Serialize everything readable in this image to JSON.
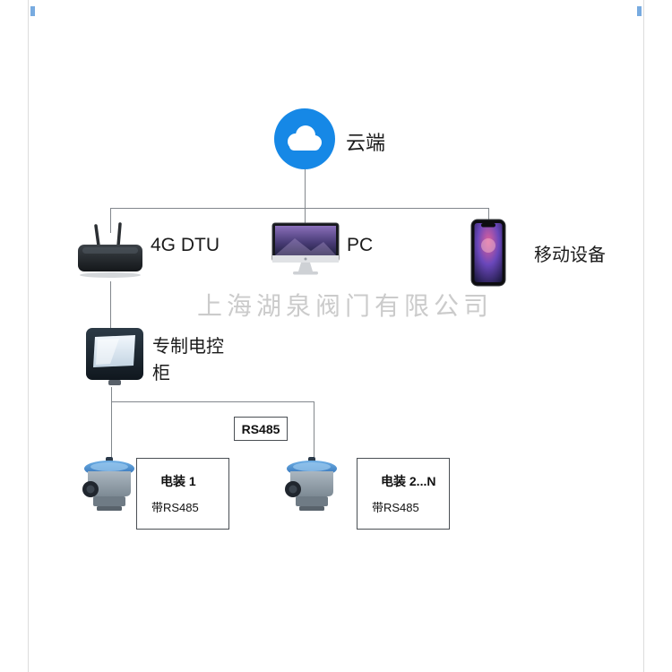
{
  "watermark": "上海湖泉阀门有限公司",
  "nodes": {
    "cloud": {
      "label": "云端"
    },
    "dtu": {
      "label": "4G DTU"
    },
    "pc": {
      "label": "PC"
    },
    "mobile": {
      "label": "移动设备"
    },
    "cabinet": {
      "label": "专制电控柜"
    }
  },
  "bus": {
    "label": "RS485"
  },
  "actuators": [
    {
      "title": "电装 1",
      "subtitle": "带RS485"
    },
    {
      "title": "电装 2...N",
      "subtitle": "带RS485"
    }
  ],
  "icons": {
    "cloud": "cloud-icon",
    "dtu": "router-4g-dtu-icon",
    "pc": "imac-icon",
    "mobile": "smartphone-icon",
    "cabinet": "control-cabinet-icon",
    "actuator1": "electric-actuator-icon",
    "actuator2": "electric-actuator-icon"
  },
  "colors": {
    "cloud_blue": "#1688e6",
    "connector_gray": "#82878c",
    "watermark_gray": "#c6c6c6",
    "box_border": "#4a4f54"
  }
}
